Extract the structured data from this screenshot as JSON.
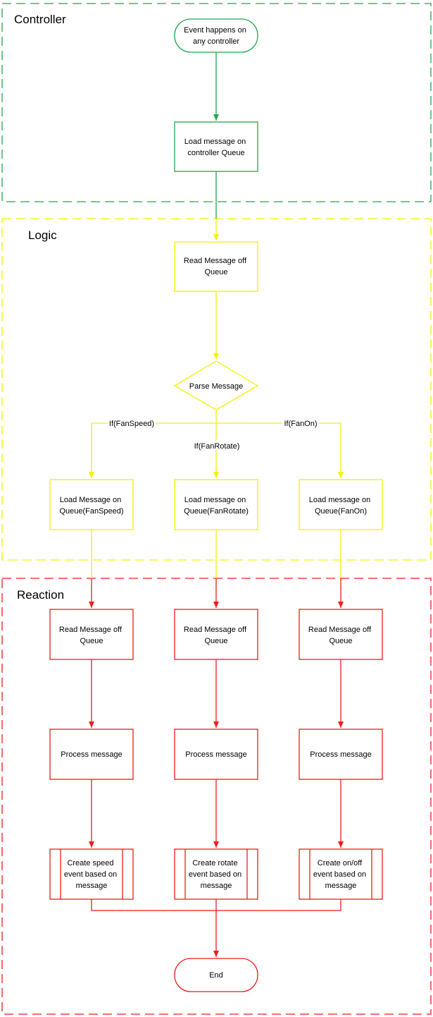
{
  "colors": {
    "controller": "#1ea84b",
    "logic": "#f2f200",
    "reaction": "#f21b1b"
  },
  "zones": {
    "controller": "Controller",
    "logic": "Logic",
    "reaction": "Reaction"
  },
  "nodes": {
    "start": [
      "Event happens on",
      "any controller"
    ],
    "load_controller": [
      "Load message on",
      "controller Queue"
    ],
    "read_logic": [
      "Read Message off",
      "Queue"
    ],
    "parse": [
      "Parse Message"
    ],
    "load_speed": [
      "Load Message on",
      "Queue(FanSpeed)"
    ],
    "load_rotate": [
      "Load message on",
      "Queue(FanRotate)"
    ],
    "load_on": [
      "Load message on",
      "Queue(FanOn)"
    ],
    "read_speed": [
      "Read Message off",
      "Queue"
    ],
    "read_rotate": [
      "Read Message off",
      "Queue"
    ],
    "read_on": [
      "Read Message off",
      "Queue"
    ],
    "proc_speed": [
      "Process message"
    ],
    "proc_rotate": [
      "Process message"
    ],
    "proc_on": [
      "Process message"
    ],
    "create_speed": [
      "Create speed",
      "event based on",
      "message"
    ],
    "create_rotate": [
      "Create rotate",
      "event based on",
      "message"
    ],
    "create_on": [
      "Create on/off",
      "event based on",
      "message"
    ],
    "end": [
      "End"
    ]
  },
  "edge_labels": {
    "fanspeed": "If(FanSpeed)",
    "fanrotate": "If(FanRotate)",
    "fanon": "If(FanOn)"
  }
}
